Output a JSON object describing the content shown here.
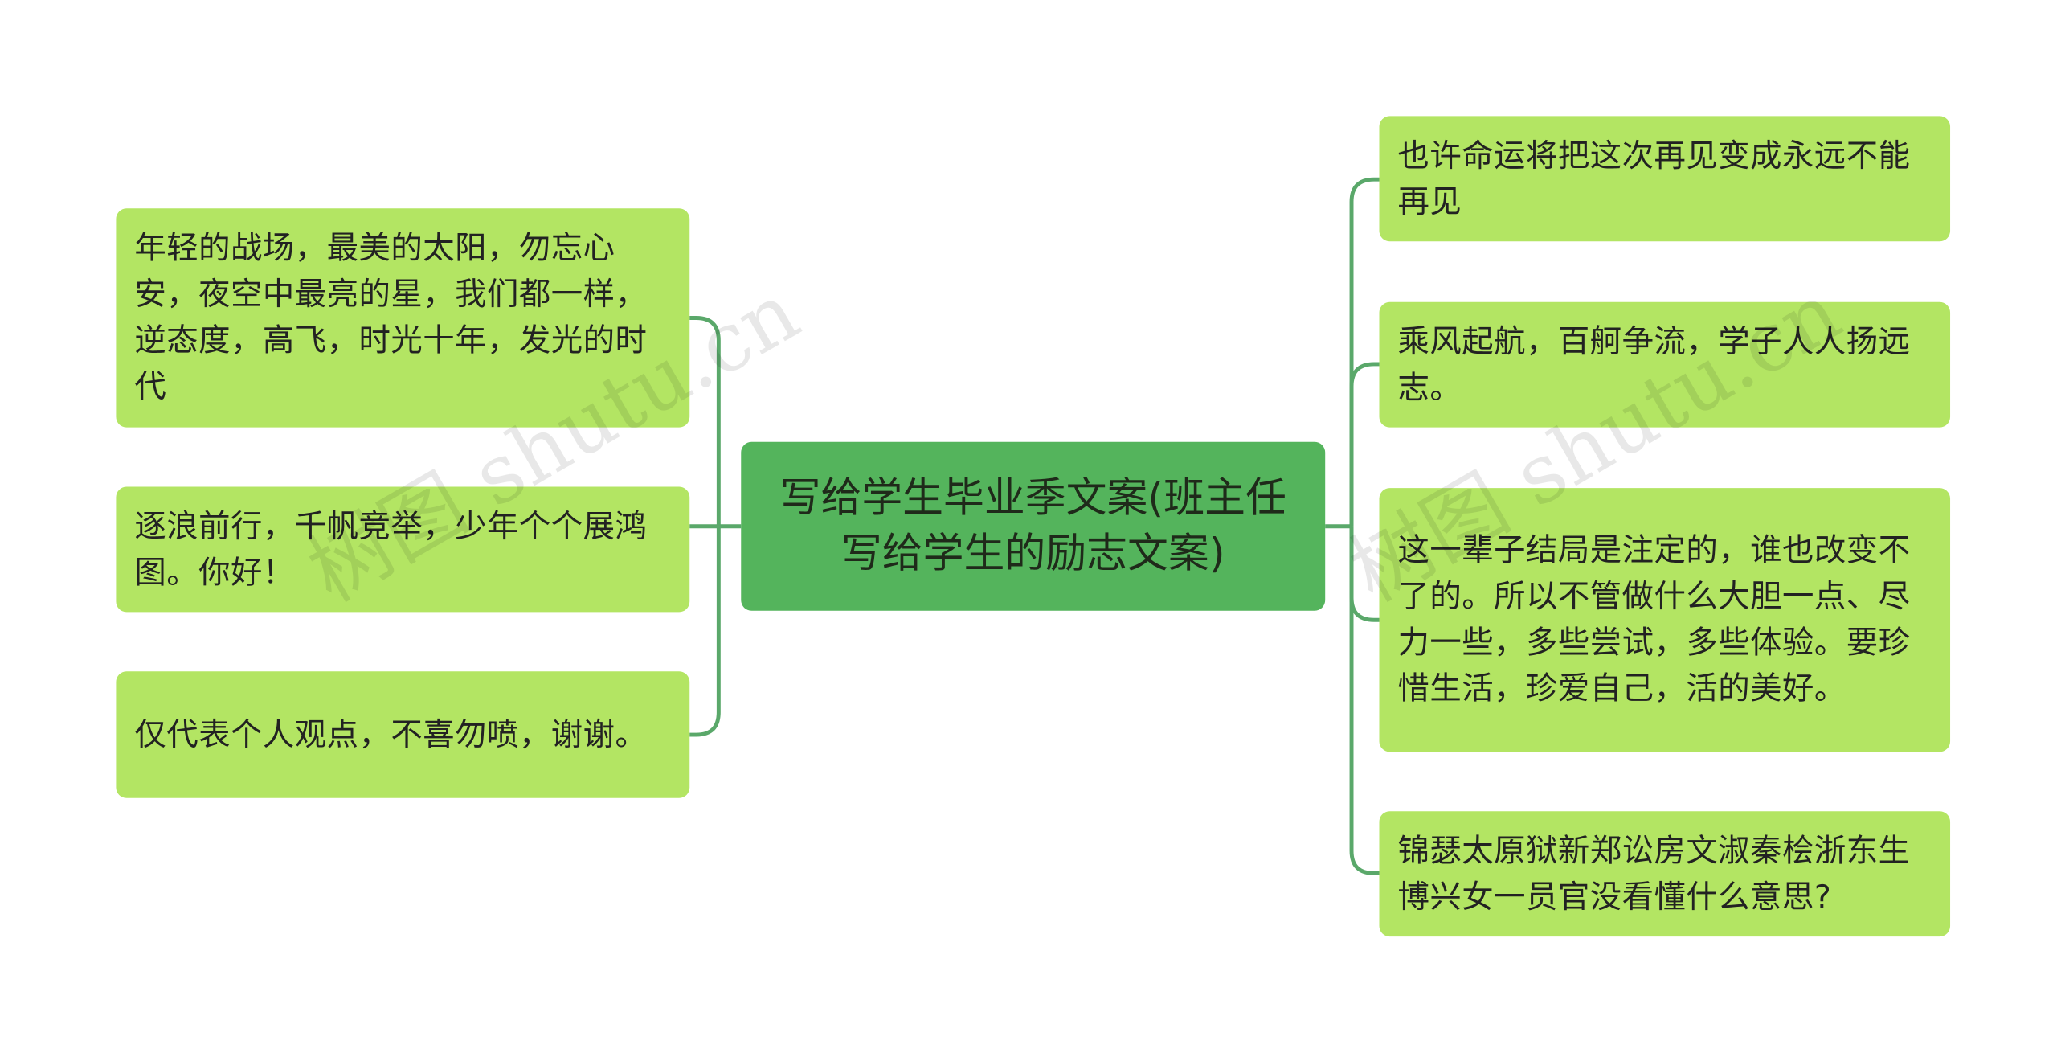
{
  "root": {
    "text": "写给学生毕业季文案(班主任写给学生的励志文案)"
  },
  "left_nodes": [
    {
      "text": "年轻的战场，最美的太阳，勿忘心安，夜空中最亮的星，我们都一样，逆态度，高飞，时光十年，发光的时代"
    },
    {
      "text": "逐浪前行，千帆竞举，少年个个展鸿图。你好！"
    },
    {
      "text": "仅代表个人观点，不喜勿喷，谢谢。"
    }
  ],
  "right_nodes": [
    {
      "text": "也许命运将把这次再见变成永远不能再见"
    },
    {
      "text": "乘风起航，百舸争流，学子人人扬远志。"
    },
    {
      "text": "这一辈子结局是注定的，谁也改变不了的。所以不管做什么大胆一点、尽力一些，多些尝试，多些体验。要珍惜生活，珍爱自己，活的美好。"
    },
    {
      "text": "锦瑟太原狱新郑讼房文淑秦桧浙东生博兴女一员官没看懂什么意思?"
    }
  ],
  "watermark": {
    "text": "树图 shutu.cn"
  },
  "colors": {
    "root_fill": "#54b45c",
    "leaf_fill": "#b3e563",
    "connector": "#5aa86a"
  }
}
